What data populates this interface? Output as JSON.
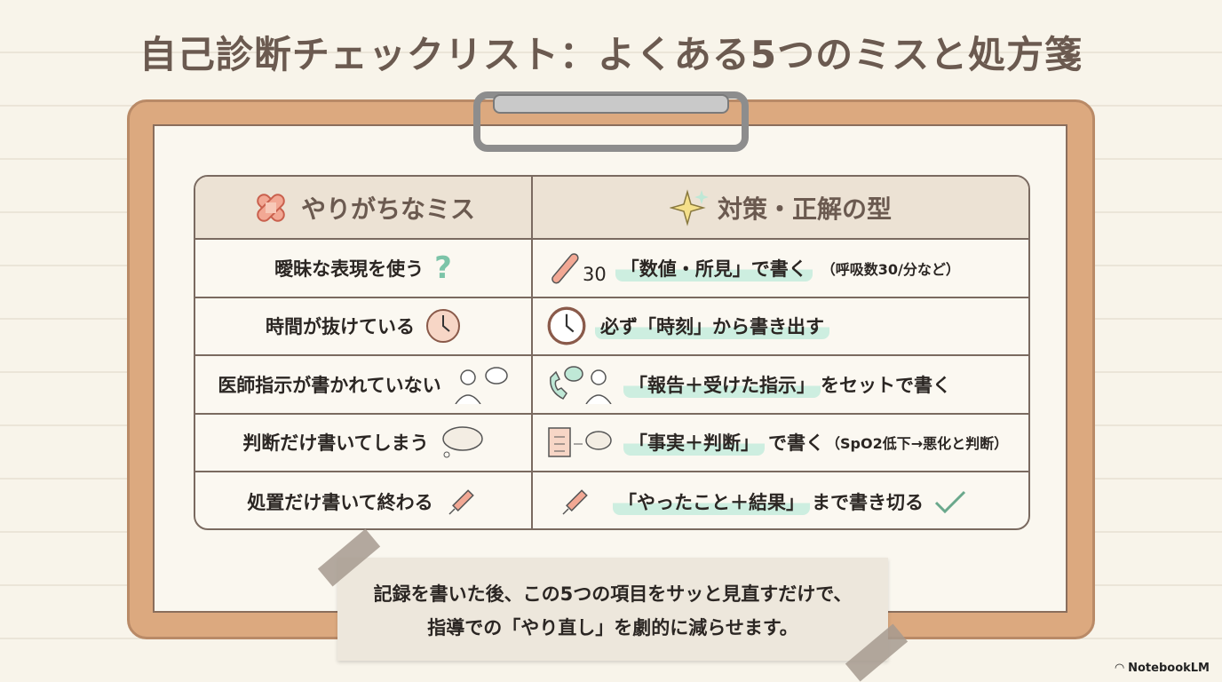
{
  "title": "自己診断チェックリスト：よくある5つのミスと処方箋",
  "headers": {
    "mistake": "やりがちなミス",
    "solution": "対策・正解の型"
  },
  "rows": [
    {
      "mistake": "曖昧な表現を使う",
      "sol_hl": "「数値・所見」で書く",
      "sol_rest": "（呼吸数30/分など）",
      "icon_num": "30"
    },
    {
      "mistake": "時間が抜けている",
      "sol_hl": "必ず「時刻」から書き出す",
      "sol_rest": ""
    },
    {
      "mistake": "医師指示が書かれていない",
      "sol_hl": "「報告＋受けた指示」",
      "sol_rest": "をセットで書く"
    },
    {
      "mistake": "判断だけ書いてしまう",
      "sol_hl": "「事実＋判断」",
      "sol_rest": "で書く",
      "sol_small": "（SpO2低下→悪化と判断）"
    },
    {
      "mistake": "処置だけ書いて終わる",
      "sol_hl": "「やったこと＋結果」",
      "sol_rest": "まで書き切る"
    }
  ],
  "note": {
    "line1": "記録を書いた後、この5つの項目をサッと見直すだけで、",
    "line2": "指導での「やり直し」を劇的に減らせます。"
  },
  "brand": "NotebookLM",
  "colors": {
    "highlight": "#cdeee0",
    "board": "#dca97f",
    "title": "#6b5a50"
  }
}
